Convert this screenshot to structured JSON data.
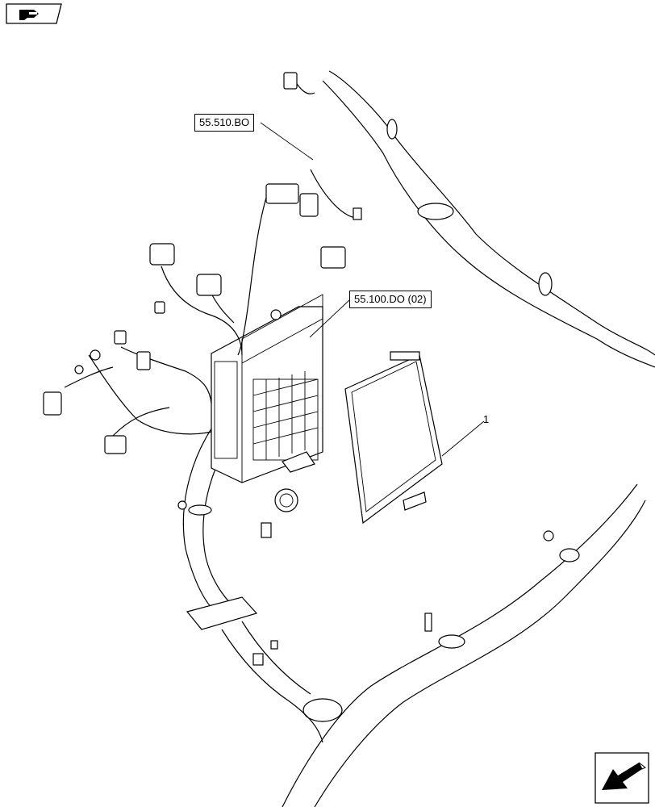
{
  "callouts": {
    "top_ref": "55.510.BO",
    "mid_ref": "55.100.DO (02)",
    "item_number": "1"
  },
  "icons": {
    "top_left": "hand-pointing-right-icon",
    "bottom_right": "arrow-direction-icon"
  }
}
